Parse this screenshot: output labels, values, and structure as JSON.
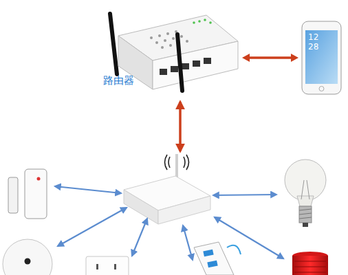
{
  "diagram": {
    "nodes": [
      {
        "text": [
          "路由器"
        ]
      },
      {
        "text": [
          "12",
          "28"
        ]
      }
    ],
    "edges": [
      {
        "from": 0,
        "to": 1,
        "arrow": "both"
      }
    ]
  }
}
